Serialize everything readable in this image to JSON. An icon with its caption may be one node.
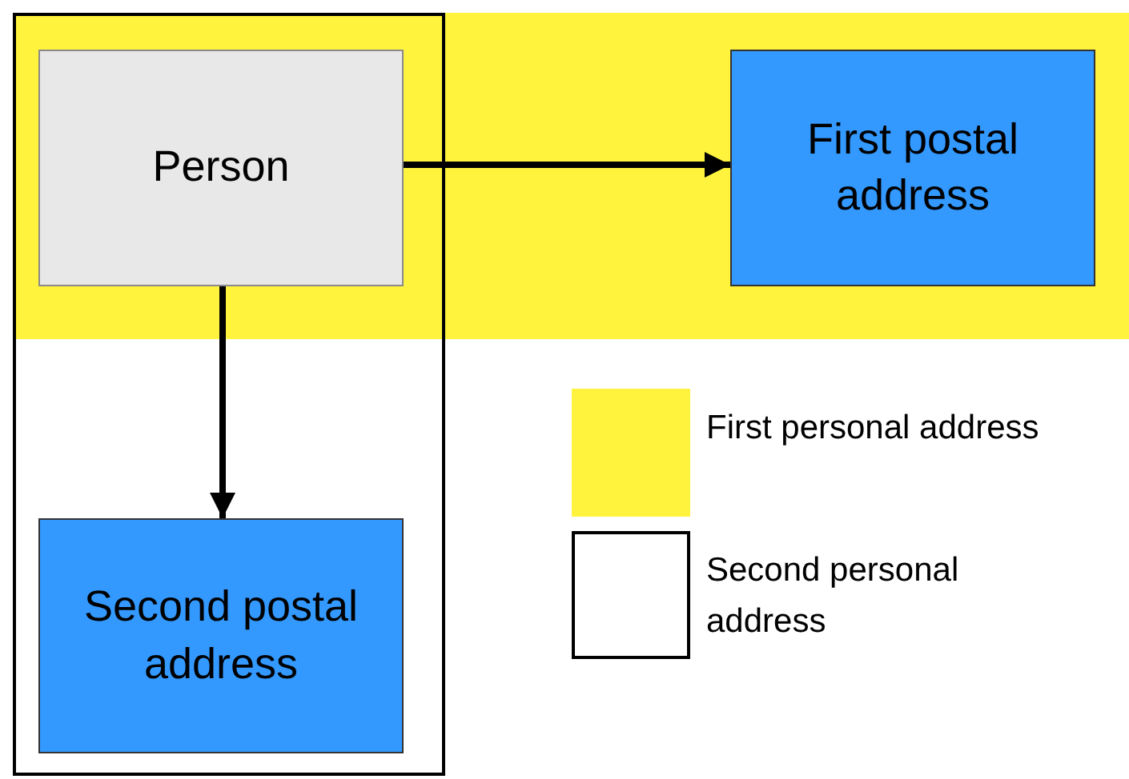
{
  "diagram": {
    "nodes": [
      {
        "text": [
          "Person"
        ]
      },
      {
        "text": [
          "First postal address"
        ]
      },
      {
        "text": [
          "Second postal address"
        ]
      }
    ],
    "edges": [
      {
        "from": 0,
        "to": 1,
        "arrow": "to"
      },
      {
        "from": 0,
        "to": 2,
        "arrow": "to"
      }
    ],
    "legend": [
      {
        "text": "First personal address",
        "color": "#fff33d"
      },
      {
        "text": "Second personal address"
      }
    ]
  }
}
